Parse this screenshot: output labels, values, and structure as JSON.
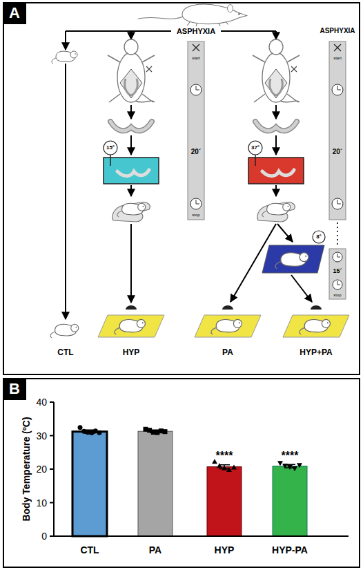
{
  "diagram": {
    "nodes": [
      {
        "text": [
          "A"
        ]
      },
      {
        "text": [
          "B"
        ]
      }
    ],
    "labels": [
      "ASPHYXIA",
      "start",
      "20´",
      "stop",
      "ASPHYXIA",
      "start",
      "20´",
      "15´",
      "stop",
      "15°",
      "37°",
      "8°",
      "CTL",
      "HYP",
      "PA",
      "HYP+PA",
      "Body Temperature (ºC)",
      "40",
      "30",
      "20",
      "10",
      "0",
      "****",
      "****",
      "CTL",
      "PA",
      "HYP",
      "HYP-PA"
    ]
  }
}
